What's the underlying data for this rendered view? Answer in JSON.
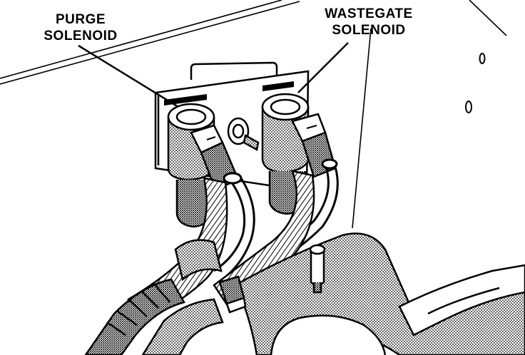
{
  "labels": {
    "purge_line1": "PURGE",
    "purge_line2": "SOLENOID",
    "wastegate_line1": "WASTEGATE",
    "wastegate_line2": "SOLENOID"
  },
  "colors": {
    "ink": "#000000",
    "paper": "#ffffff",
    "shade": "#9a9a9a"
  }
}
